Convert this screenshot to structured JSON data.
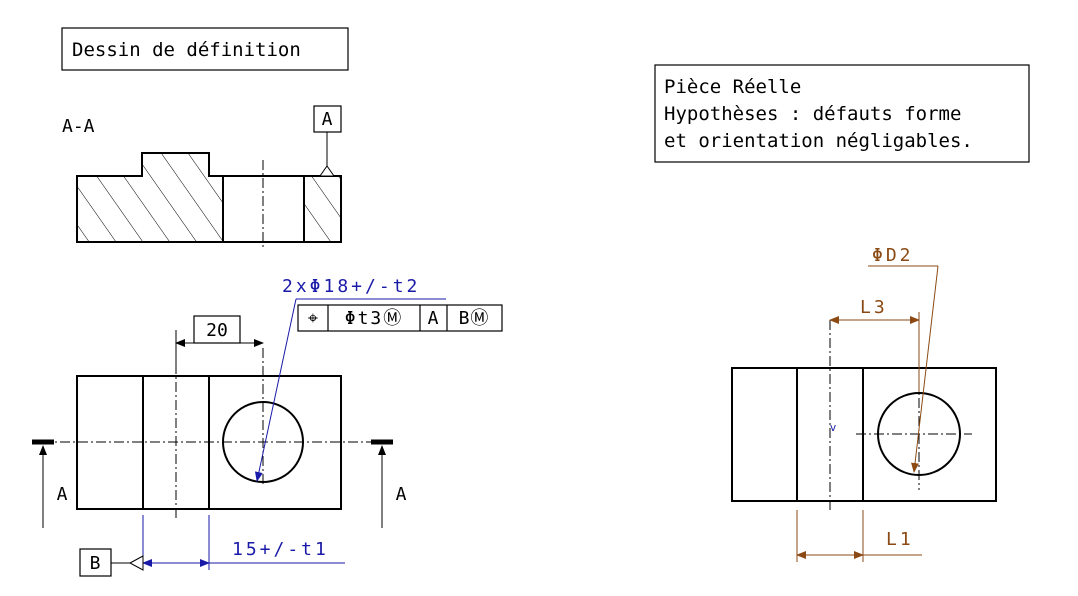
{
  "left": {
    "title": "Dessin de définition",
    "section_label": "A-A",
    "datum_a": "A",
    "datum_b": "B",
    "dim_20": "20",
    "dim_15": "15+/-t1",
    "hole_callout": "2xΦ18+/-t2",
    "fcf": {
      "symbol": "⌖",
      "tolerance": "Φt3Ⓜ",
      "datum1": "A",
      "datum2": "BⓂ"
    },
    "cut_label": "A"
  },
  "right": {
    "note_line1": "Pièce Réelle",
    "note_line2": "Hypothèses : défauts forme",
    "note_line3": "et orientation négligables.",
    "dim_d2": "ΦD2",
    "dim_l3": "L3",
    "dim_l1": "L1",
    "small_mark": "v"
  },
  "colors": {
    "tolerance_blue": "#1a1aa8",
    "real_part_brown": "#8b4a13",
    "line_black": "#000000"
  }
}
